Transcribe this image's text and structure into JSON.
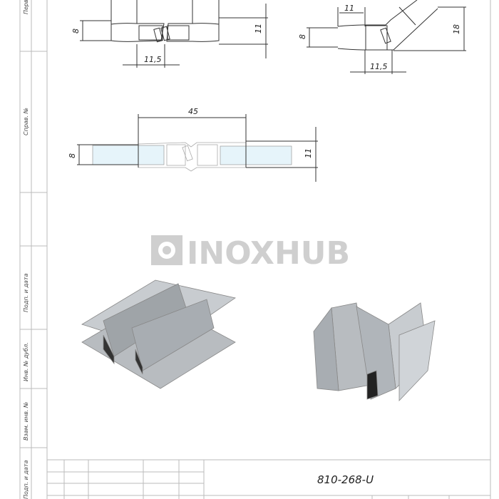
{
  "side_labels": [
    "Перв.",
    "Справ. №",
    "Подп. и дата",
    "Инв. № дубл.",
    "Взам. инв. №",
    "Подп. и дата"
  ],
  "views": {
    "straight": {
      "dim_height_glass": "8",
      "dim_height": "11",
      "dim_width": "11,5"
    },
    "angled": {
      "dim_top": "11",
      "dim_height_glass": "8",
      "dim_height": "18",
      "dim_width": "11,5"
    },
    "assembly": {
      "dim_length": "45",
      "dim_height_glass": "8",
      "dim_height": "11"
    }
  },
  "watermark": "INOXHUB",
  "title_block": {
    "code": "810-268-U"
  },
  "colors": {
    "glass": "#e6f4fa",
    "profile_3d": "#b8bcc0",
    "watermark": "#cfcfcf"
  }
}
